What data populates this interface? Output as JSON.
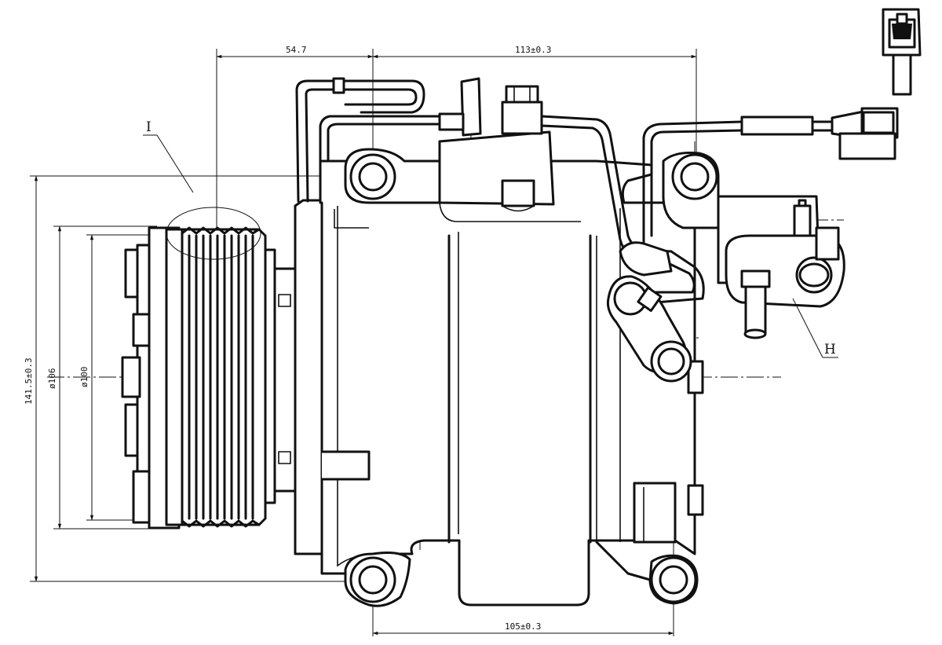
{
  "dimensions": {
    "top_left": "54.7",
    "top_right": "113±0.3",
    "bottom": "105±0.3",
    "overall_height": "141.5±0.3",
    "pulley_outer_dia": "ø106",
    "pulley_inner_dia": "ø100"
  },
  "callouts": {
    "pulley_detail": "I",
    "fitting_detail": "H"
  }
}
